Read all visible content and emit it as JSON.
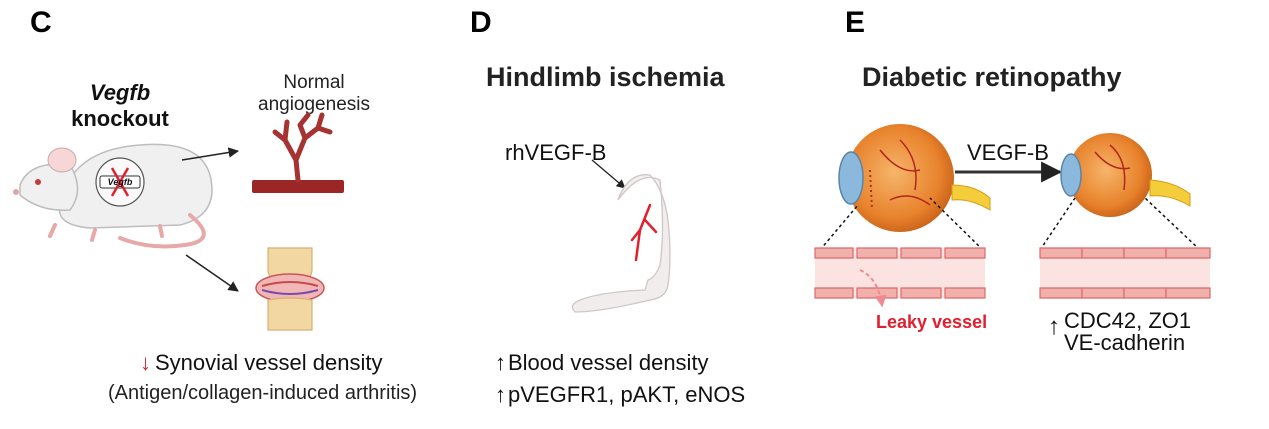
{
  "panels": {
    "c": {
      "letter": "C",
      "title_gene": "Vegfb",
      "title_rest": "knockout",
      "normal_label_line1": "Normal",
      "normal_label_line2": "angiogenesis",
      "gene_tag": "Vegfb",
      "effect_arrow": "↓",
      "effect_text": "Synovial vessel density",
      "model_text": "(Antigen/collagen-induced arthritis)"
    },
    "d": {
      "letter": "D",
      "title": "Hindlimb ischemia",
      "treatment": "rhVEGF-B",
      "arrow": "↑",
      "effect1": "Blood vessel density",
      "effect2": "pVEGFR1, pAKT, eNOS"
    },
    "e": {
      "letter": "E",
      "title": "Diabetic retinopathy",
      "treatment": "VEGF-B",
      "leaky_label": "Leaky vessel",
      "arrow": "↑",
      "effect1": "CDC42, ZO1",
      "effect2": "VE-cadherin"
    }
  },
  "colors": {
    "red_accent": "#e0202e",
    "vessel_fill": "#f7d0cf",
    "vessel_edge": "#d96b6b",
    "eye_orange": "#e8822c",
    "text": "#111111"
  },
  "icons": [
    "mouse-icon",
    "blood-vessel-icon",
    "joint-icon",
    "leg-icon",
    "eye-icon"
  ]
}
